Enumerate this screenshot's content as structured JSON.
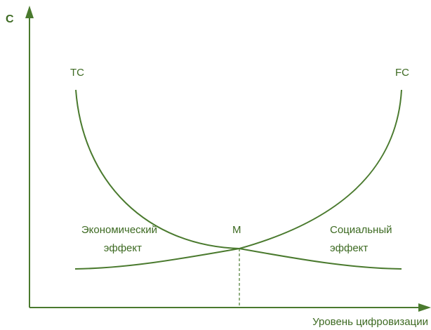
{
  "colors": {
    "curve": "#4a7a2e",
    "axis": "#4a7a2e",
    "text": "#3d6a22"
  },
  "axes": {
    "y_label": "С",
    "x_label": "Уровень цифровизации"
  },
  "curves": {
    "tc_label": "ТС",
    "fc_label": "FC"
  },
  "point": {
    "label": "М"
  },
  "annotations": {
    "economic_line1": "Экономический",
    "economic_line2": "эффект",
    "social_line1": "Социальный",
    "social_line2": "эффект"
  }
}
